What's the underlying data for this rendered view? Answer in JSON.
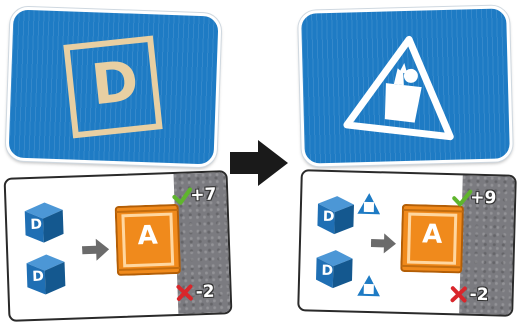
{
  "left_tile": {
    "letter": "D"
  },
  "right_tile": {
    "icon": "shopping-bag-warning-icon"
  },
  "left_card": {
    "input_letters": [
      "D",
      "D"
    ],
    "output_letter": "A",
    "reward": "+7",
    "penalty": "-2"
  },
  "right_card": {
    "input_letters": [
      "D",
      "D"
    ],
    "output_letter": "A",
    "reward": "+9",
    "penalty": "-2"
  },
  "colors": {
    "tile_blue": "#1e7bc4",
    "cube_blue": "#1f6fb4",
    "crate_orange": "#f08a1c",
    "check_green": "#5fb52d",
    "cross_red": "#d9262b",
    "stone_gray": "#7b7b80"
  }
}
